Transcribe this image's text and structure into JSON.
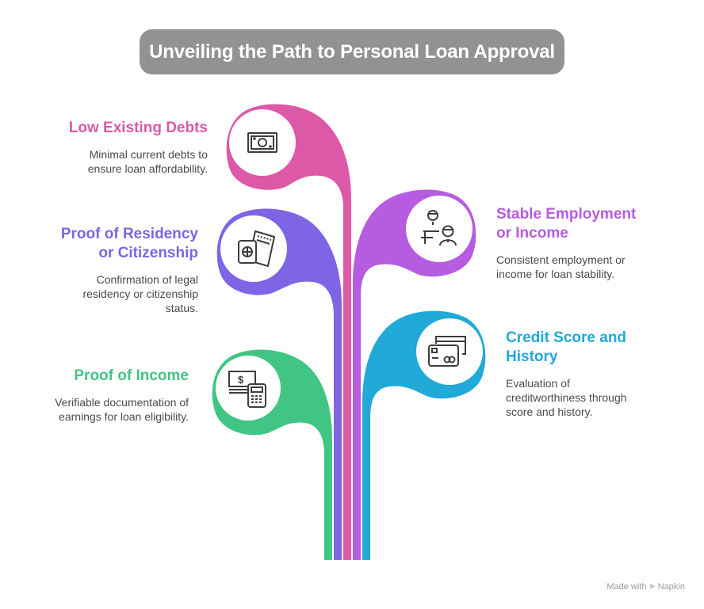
{
  "title": "Unveiling the Path to Personal Loan Approval",
  "colors": {
    "title_bg": "#929292",
    "pink": "#DD58A6",
    "purple": "#7E65E6",
    "violet": "#B65CE0",
    "green": "#41C585",
    "blue": "#21A9D8"
  },
  "items": [
    {
      "title": "Low Existing Debts",
      "description": "Minimal current debts to ensure loan affordability.",
      "icon": "cash-bill-icon",
      "color": "#DD58A6",
      "side": "left"
    },
    {
      "title": "Proof of Residency or Citizenship",
      "description": "Confirmation of legal residency or citizenship status.",
      "icon": "passport-ticket-icon",
      "color": "#7E65E6",
      "side": "left"
    },
    {
      "title": "Proof of Income",
      "description": "Verifiable documentation of earnings for loan eligibility.",
      "icon": "money-calculator-icon",
      "color": "#41C585",
      "side": "left"
    },
    {
      "title": "Stable Employment or Income",
      "description": "Consistent employment or income for loan stability.",
      "icon": "employer-employee-icon",
      "color": "#B65CE0",
      "side": "right"
    },
    {
      "title": "Credit Score and History",
      "description": "Evaluation of creditworthiness through score and history.",
      "icon": "credit-cards-icon",
      "color": "#21A9D8",
      "side": "right"
    }
  ],
  "footer": {
    "prefix": "Made with",
    "brand": "Napkin"
  }
}
